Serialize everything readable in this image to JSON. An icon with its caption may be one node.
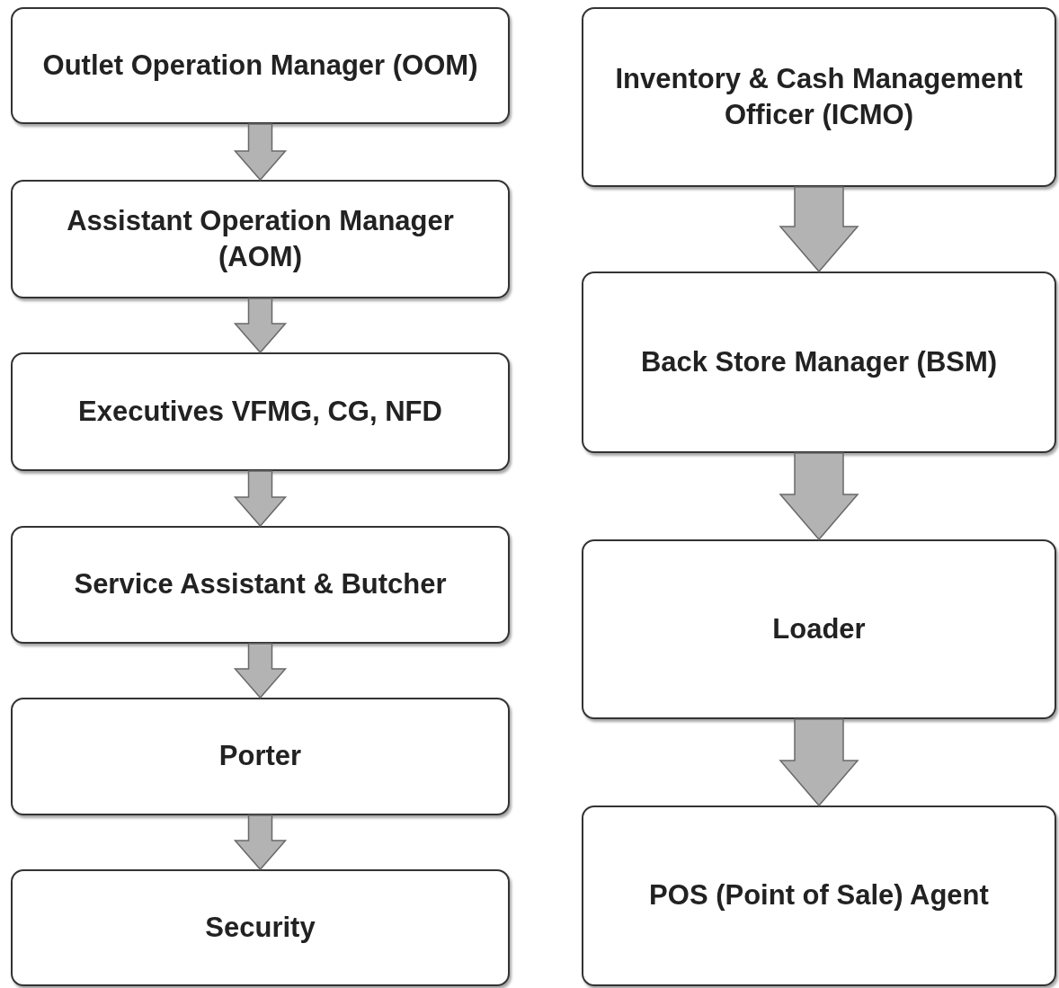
{
  "diagram": {
    "nodes": [
      {
        "text": [
          "Outlet Operation Manager (OOM)"
        ]
      },
      {
        "text": [
          "Assistant Operation Manager (AOM)"
        ]
      },
      {
        "text": [
          "Executives VFMG, CG, NFD"
        ]
      },
      {
        "text": [
          "Service Assistant & Butcher"
        ]
      },
      {
        "text": [
          "Porter"
        ]
      },
      {
        "text": [
          "Security"
        ]
      },
      {
        "text": [
          "Inventory & Cash Management Officer (ICMO)"
        ]
      },
      {
        "text": [
          "Back Store Manager (BSM)"
        ]
      },
      {
        "text": [
          "Loader"
        ]
      },
      {
        "text": [
          "POS (Point of Sale) Agent"
        ]
      }
    ],
    "edges": [
      {
        "from": 0,
        "to": 1,
        "arrow": "to"
      },
      {
        "from": 1,
        "to": 2,
        "arrow": "to"
      },
      {
        "from": 2,
        "to": 3,
        "arrow": "to"
      },
      {
        "from": 3,
        "to": 4,
        "arrow": "to"
      },
      {
        "from": 4,
        "to": 5,
        "arrow": "to"
      },
      {
        "from": 6,
        "to": 7,
        "arrow": "to",
        "style": "thick"
      },
      {
        "from": 7,
        "to": 8,
        "arrow": "to",
        "style": "thick"
      },
      {
        "from": 8,
        "to": 9,
        "arrow": "to",
        "style": "thick"
      }
    ]
  }
}
